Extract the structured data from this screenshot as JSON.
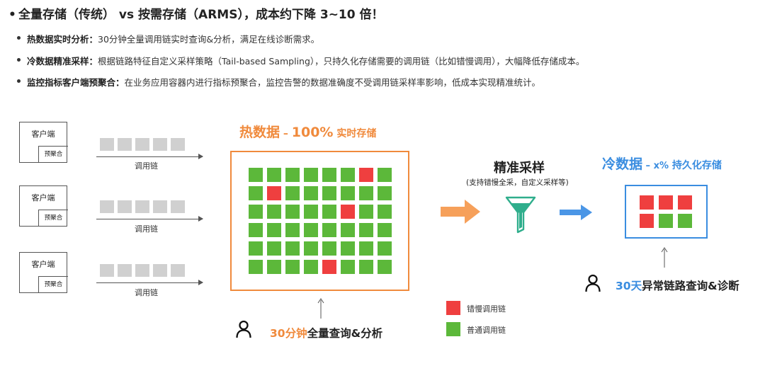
{
  "title": "全量存储（传统） vs  按需存储（ARMS），成本约下降 3~10 倍！",
  "bullets": [
    {
      "bold": "热数据实时分析：",
      "text": "30分钟全量调用链实时查询&分析，满足在线诊断需求。"
    },
    {
      "bold": "冷数据精准采样：",
      "text": "根据链路特征自定义采样策略（Tail-based Sampling），只持久化存储需要的调用链（比如错慢调用），大幅降低存储成本。"
    },
    {
      "bold": "监控指标客户端预聚合：",
      "text": "在业务应用容器内进行指标预聚合，监控告警的数据准确度不受调用链采样率影响，低成本实现精准统计。"
    }
  ],
  "client": {
    "label": "客户端",
    "sub": "预聚合"
  },
  "link_label": "调用链",
  "hot": {
    "main": "热数据",
    "dash": " – ",
    "pct": "100%",
    "suffix": " 实时存储"
  },
  "hot_query": {
    "highlight": "30分钟",
    "rest": "全量查询&分析"
  },
  "sampling": {
    "title": "精准采样",
    "subtitle": "(支持错慢全采，自定义采样等)"
  },
  "cold": {
    "main": "冷数据",
    "dash": " – ",
    "pct": "x%",
    "suffix": " 持久化存储"
  },
  "cold_query": {
    "highlight": "30天",
    "rest": "异常链路查询&诊断"
  },
  "legend": {
    "error": "错慢调用链",
    "normal": "普通调用链"
  },
  "colors": {
    "orange": "#f08a3c",
    "blue": "#3a8de0",
    "green": "#5cb83a",
    "red": "#ef3f3f",
    "grey": "#d0d0d0",
    "funnel": "#2fae8c"
  },
  "hot_grid": [
    "gggggg r g",
    "grgggggg",
    "gggggrgg",
    "gggggggg",
    "gggggggg",
    "ggggrggg"
  ],
  "cold_grid": [
    "rrr",
    "rgg"
  ]
}
